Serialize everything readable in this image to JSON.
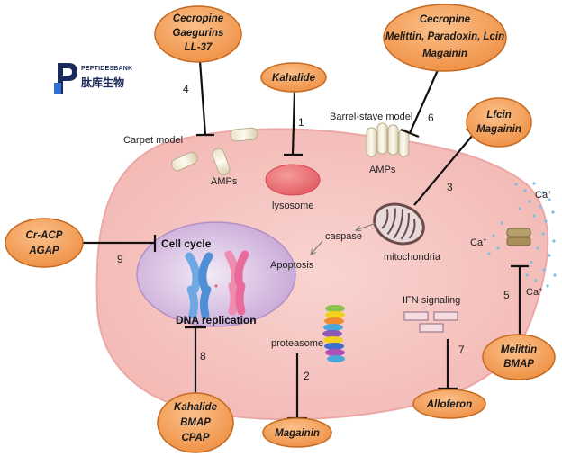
{
  "logo": {
    "name_en": "PEPTIDESBANK",
    "name_cn": "肽库生物",
    "color": "#1a2a5a"
  },
  "colors": {
    "cell": "#f7c6c2",
    "cell_stroke": "#e9a8a6",
    "nucleus": "#d9c2e3",
    "oval_fill": "#f5a15c",
    "oval_stroke": "#c46a22"
  },
  "peptide_groups": {
    "g4": [
      "Cecropine",
      "Gaegurins",
      "LL-37"
    ],
    "g1": [
      "Kahalide"
    ],
    "g6": [
      "Cecropine",
      "Melittin, Paradoxin, Lcin",
      "Magainin"
    ],
    "g3": [
      "Lfcin",
      "Magainin"
    ],
    "g9": [
      "Cr-ACP",
      "AGAP"
    ],
    "g5": [
      "Melittin",
      "BMAP"
    ],
    "g8": [
      "Kahalide",
      "BMAP",
      "CPAP"
    ],
    "g2": [
      "Magainin"
    ],
    "g7": [
      "Alloferon"
    ]
  },
  "mechanism_numbers": {
    "n1": "1",
    "n2": "2",
    "n3": "3",
    "n4": "4",
    "n5": "5",
    "n6": "6",
    "n7": "7",
    "n8": "8",
    "n9": "9"
  },
  "labels": {
    "carpet_model": "Carpet model",
    "barrel_stave_model": "Barrel-stave model",
    "amps_left": "AMPs",
    "amps_right": "AMPs",
    "lysosome": "lysosome",
    "caspase": "caspase",
    "apoptosis": "Apoptosis",
    "mitochondria": "mitochondria",
    "cell_cycle": "Cell cycle",
    "dna_replication": "DNA replication",
    "proteasome": "proteasome",
    "ifn_signaling": "IFN signaling",
    "ca_top": "Ca",
    "ca_mid": "Ca",
    "ca_low": "Ca",
    "ca_superscript": "+"
  }
}
